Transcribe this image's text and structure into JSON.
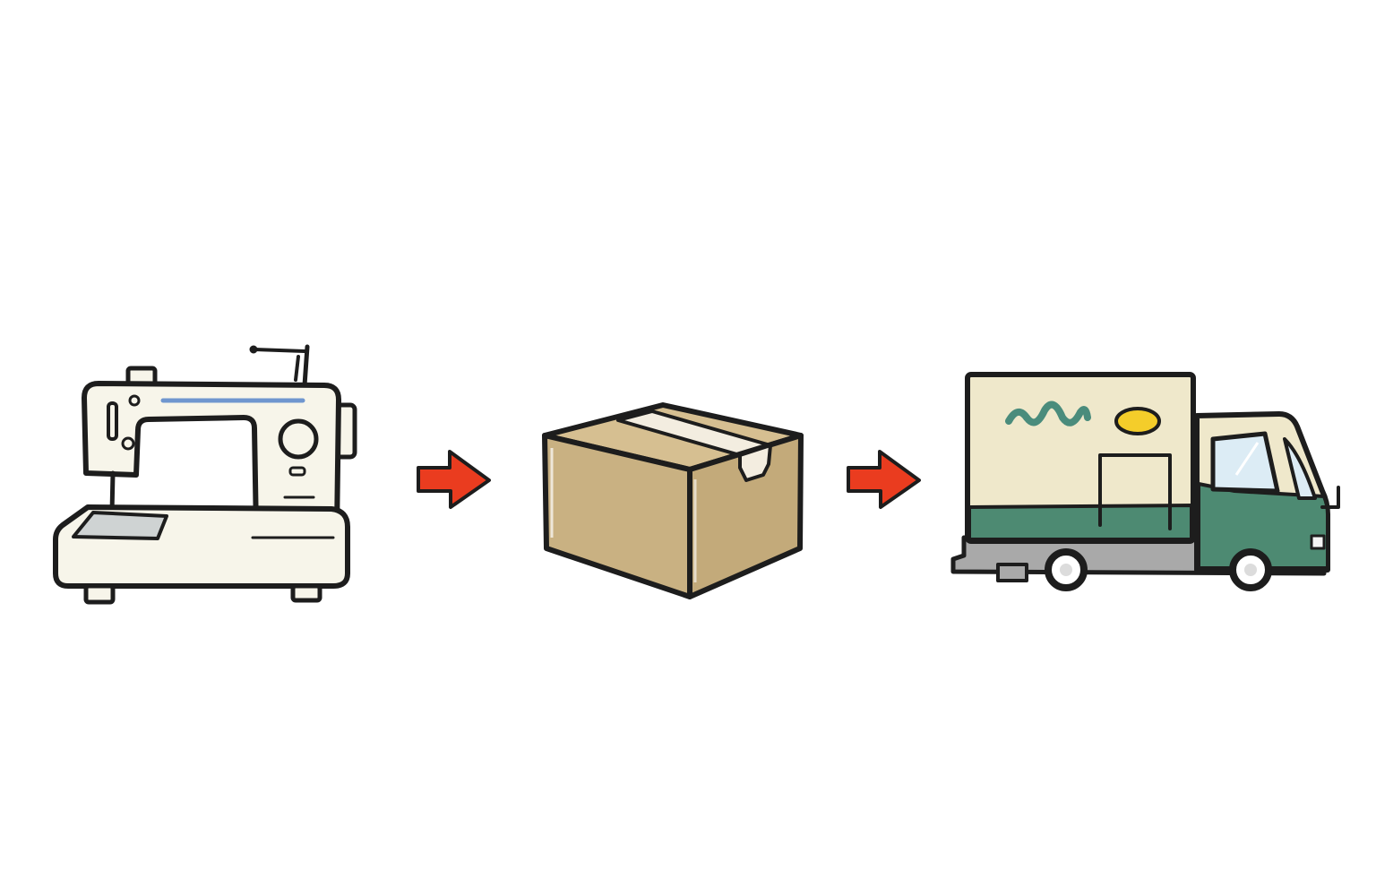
{
  "diagram": {
    "type": "process-flow",
    "steps": [
      {
        "icon": "sewing-machine-icon"
      },
      {
        "icon": "cardboard-box-icon"
      },
      {
        "icon": "delivery-truck-icon"
      }
    ],
    "connectors": [
      {
        "icon": "arrow-right-icon",
        "from": 0,
        "to": 1
      },
      {
        "icon": "arrow-right-icon",
        "from": 1,
        "to": 2
      }
    ]
  },
  "colors": {
    "background": "#ffffff",
    "outline": "#1d1d1d",
    "arrow": "#ea3c1f",
    "machine_body": "#f7f5ea",
    "machine_stripe": "#6f96cf",
    "box_front": "#c9b182",
    "box_top": "#d6bf91",
    "box_tape": "#f3ede0",
    "truck_cargo": "#efe8cb",
    "truck_green": "#4d8a72",
    "truck_logo_teal": "#4a8c7c",
    "truck_logo_yellow": "#f4cd2a",
    "truck_chassis": "#a9a9a9",
    "truck_window": "#dcecf5"
  }
}
